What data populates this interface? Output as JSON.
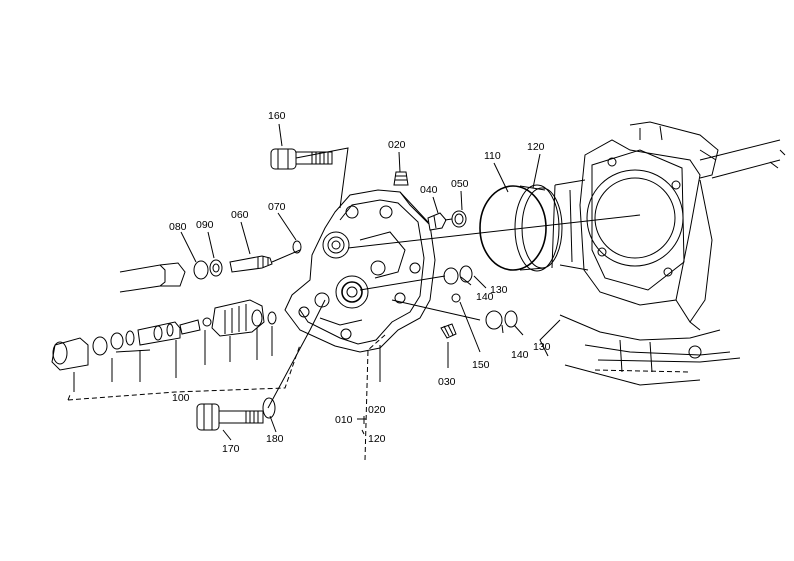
{
  "callouts": {
    "c010": "010",
    "c020a": "020",
    "c020b": "020",
    "c030": "030",
    "c040": "040",
    "c050": "050",
    "c060": "060",
    "c070": "070",
    "c080": "080",
    "c090": "090",
    "c100": "100",
    "c110": "110",
    "c120a": "120",
    "c120b": "120",
    "c130a": "130",
    "c130b": "130",
    "c140a": "140",
    "c140b": "140",
    "c150": "150",
    "c160": "160",
    "c170": "170",
    "c180": "180"
  }
}
